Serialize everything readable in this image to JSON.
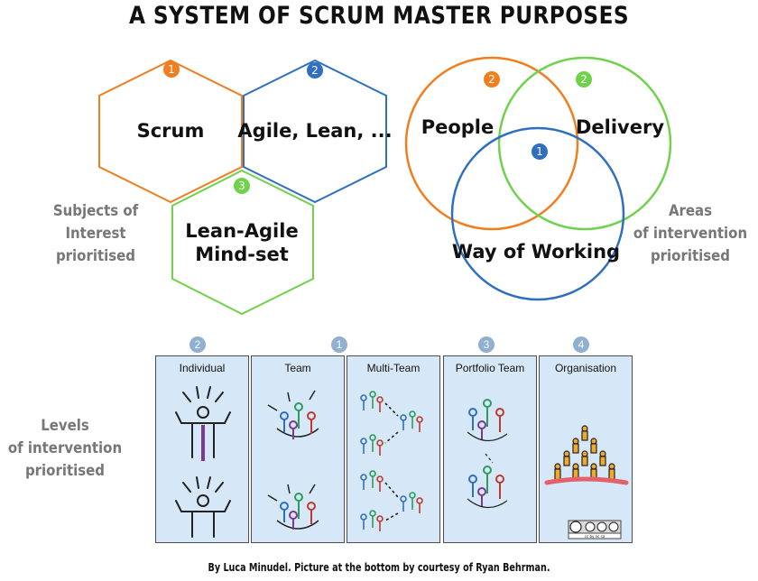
{
  "title": "A SYSTEM OF SCRUM MASTER PURPOSES",
  "subjects": {
    "label": [
      "Subjects of",
      "Interest",
      "prioritised"
    ],
    "items": [
      {
        "label_lines": [
          "Scrum"
        ],
        "priority": "1",
        "color": "#f07d1e"
      },
      {
        "label_lines": [
          "Agile, Lean, ..."
        ],
        "priority": "2",
        "color": "#2f6fc0"
      },
      {
        "label_lines": [
          "Lean-Agile",
          "Mind-set"
        ],
        "priority": "3",
        "color": "#6fd24a"
      }
    ]
  },
  "areas": {
    "label": [
      "Areas",
      "of intervention",
      "prioritised"
    ],
    "items": [
      {
        "label": "People",
        "priority": "2",
        "color": "#f07d1e"
      },
      {
        "label": "Delivery",
        "priority": "2",
        "color": "#6fd24a"
      },
      {
        "label": "Way of Working",
        "priority": "1",
        "color": "#2f6fc0"
      }
    ]
  },
  "levels": {
    "label": [
      "Levels",
      "of intervention",
      "prioritised"
    ],
    "badge_color": "#8fb0d0",
    "panel_color": "#d6e8f7",
    "items": [
      {
        "label": "Individual",
        "priority": "2"
      },
      {
        "label": "Team",
        "priority": "1"
      },
      {
        "label": "Multi-Team",
        "priority": ""
      },
      {
        "label": "Portfolio Team",
        "priority": "3"
      },
      {
        "label": "Organisation",
        "priority": "4"
      }
    ],
    "license_badge": "cc by nc sa"
  },
  "footer": "By Luca Minudel. Picture at the bottom by courtesy of Ryan Behrman."
}
